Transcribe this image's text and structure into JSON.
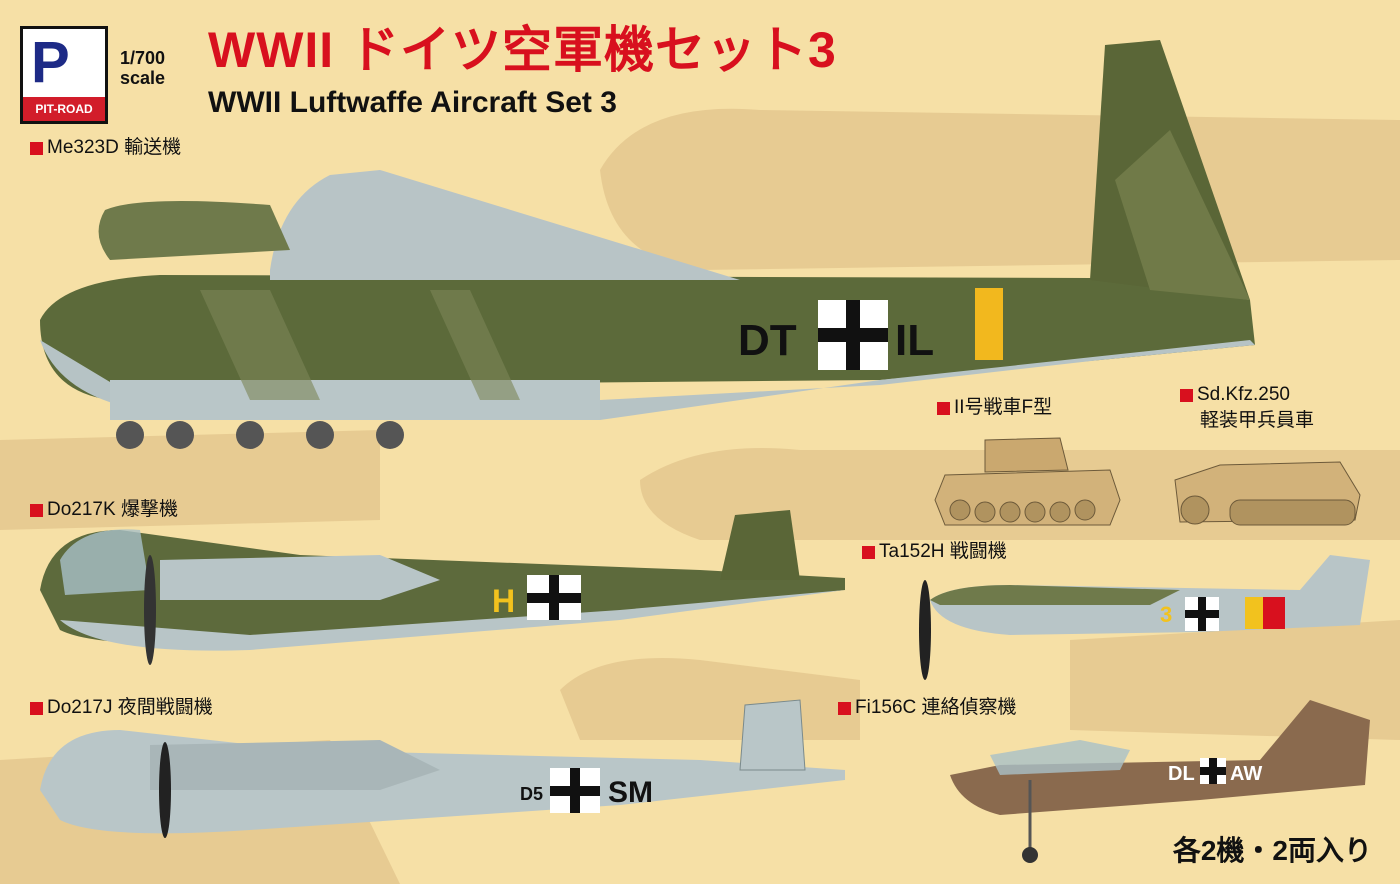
{
  "brand": {
    "logo_letter": "P",
    "name": "PIT-ROAD"
  },
  "scale": {
    "line1": "1/700",
    "line2": "scale"
  },
  "title": {
    "japanese": "WWII ドイツ空軍機セット3",
    "english": "WWII Luftwaffe Aircraft Set 3"
  },
  "items": [
    {
      "label": "Me323D 輸送機",
      "markings": [
        "DT",
        "IL"
      ]
    },
    {
      "label": "II号戦車F型"
    },
    {
      "label_line1": "Sd.Kfz.250",
      "label_line2": "軽装甲兵員車"
    },
    {
      "label": "Do217K 爆撃機",
      "markings": [
        "H"
      ]
    },
    {
      "label": "Ta152H 戦闘機",
      "markings": [
        "3"
      ]
    },
    {
      "label": "Do217J 夜間戦闘機",
      "markings": [
        "D5",
        "SM"
      ]
    },
    {
      "label": "Fi156C 連絡偵察機",
      "markings": [
        "DL",
        "AW"
      ]
    }
  ],
  "quantity_note": "各2機・2両入り",
  "colors": {
    "background": "#f6e0a6",
    "ghost": "#e2c48a",
    "green_dark": "#4e5a34",
    "green_light": "#6f7a4a",
    "light_blue": "#b9c6c6",
    "title_red": "#d8101e",
    "sand": "#d9bf8a",
    "brown": "#8a6a4e"
  }
}
